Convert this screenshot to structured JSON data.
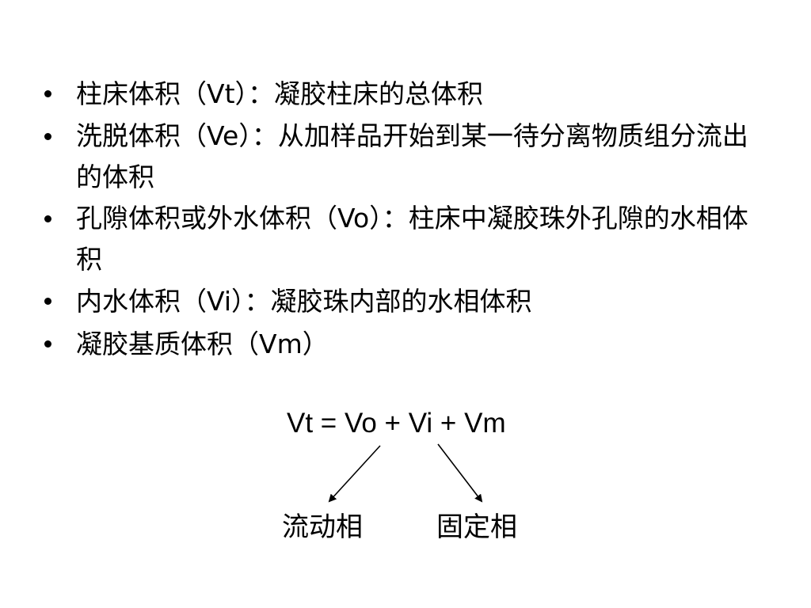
{
  "slide": {
    "bullets": [
      {
        "text": "柱床体积（Vt）：凝胶柱床的总体积"
      },
      {
        "text": "洗脱体积（Ve）：从加样品开始到某一待分离物质组分流出的体积"
      },
      {
        "text": "孔隙体积或外水体积（Vo）：柱床中凝胶珠外孔隙的水相体积"
      },
      {
        "text": "内水体积（Vi）：凝胶珠内部的水相体积"
      },
      {
        "text": "凝胶基质体积（Vm）"
      }
    ],
    "formula": "Vt = Vo + Vi + Vm",
    "labels": {
      "mobile_phase": "流动相",
      "stationary_phase": "固定相"
    }
  }
}
